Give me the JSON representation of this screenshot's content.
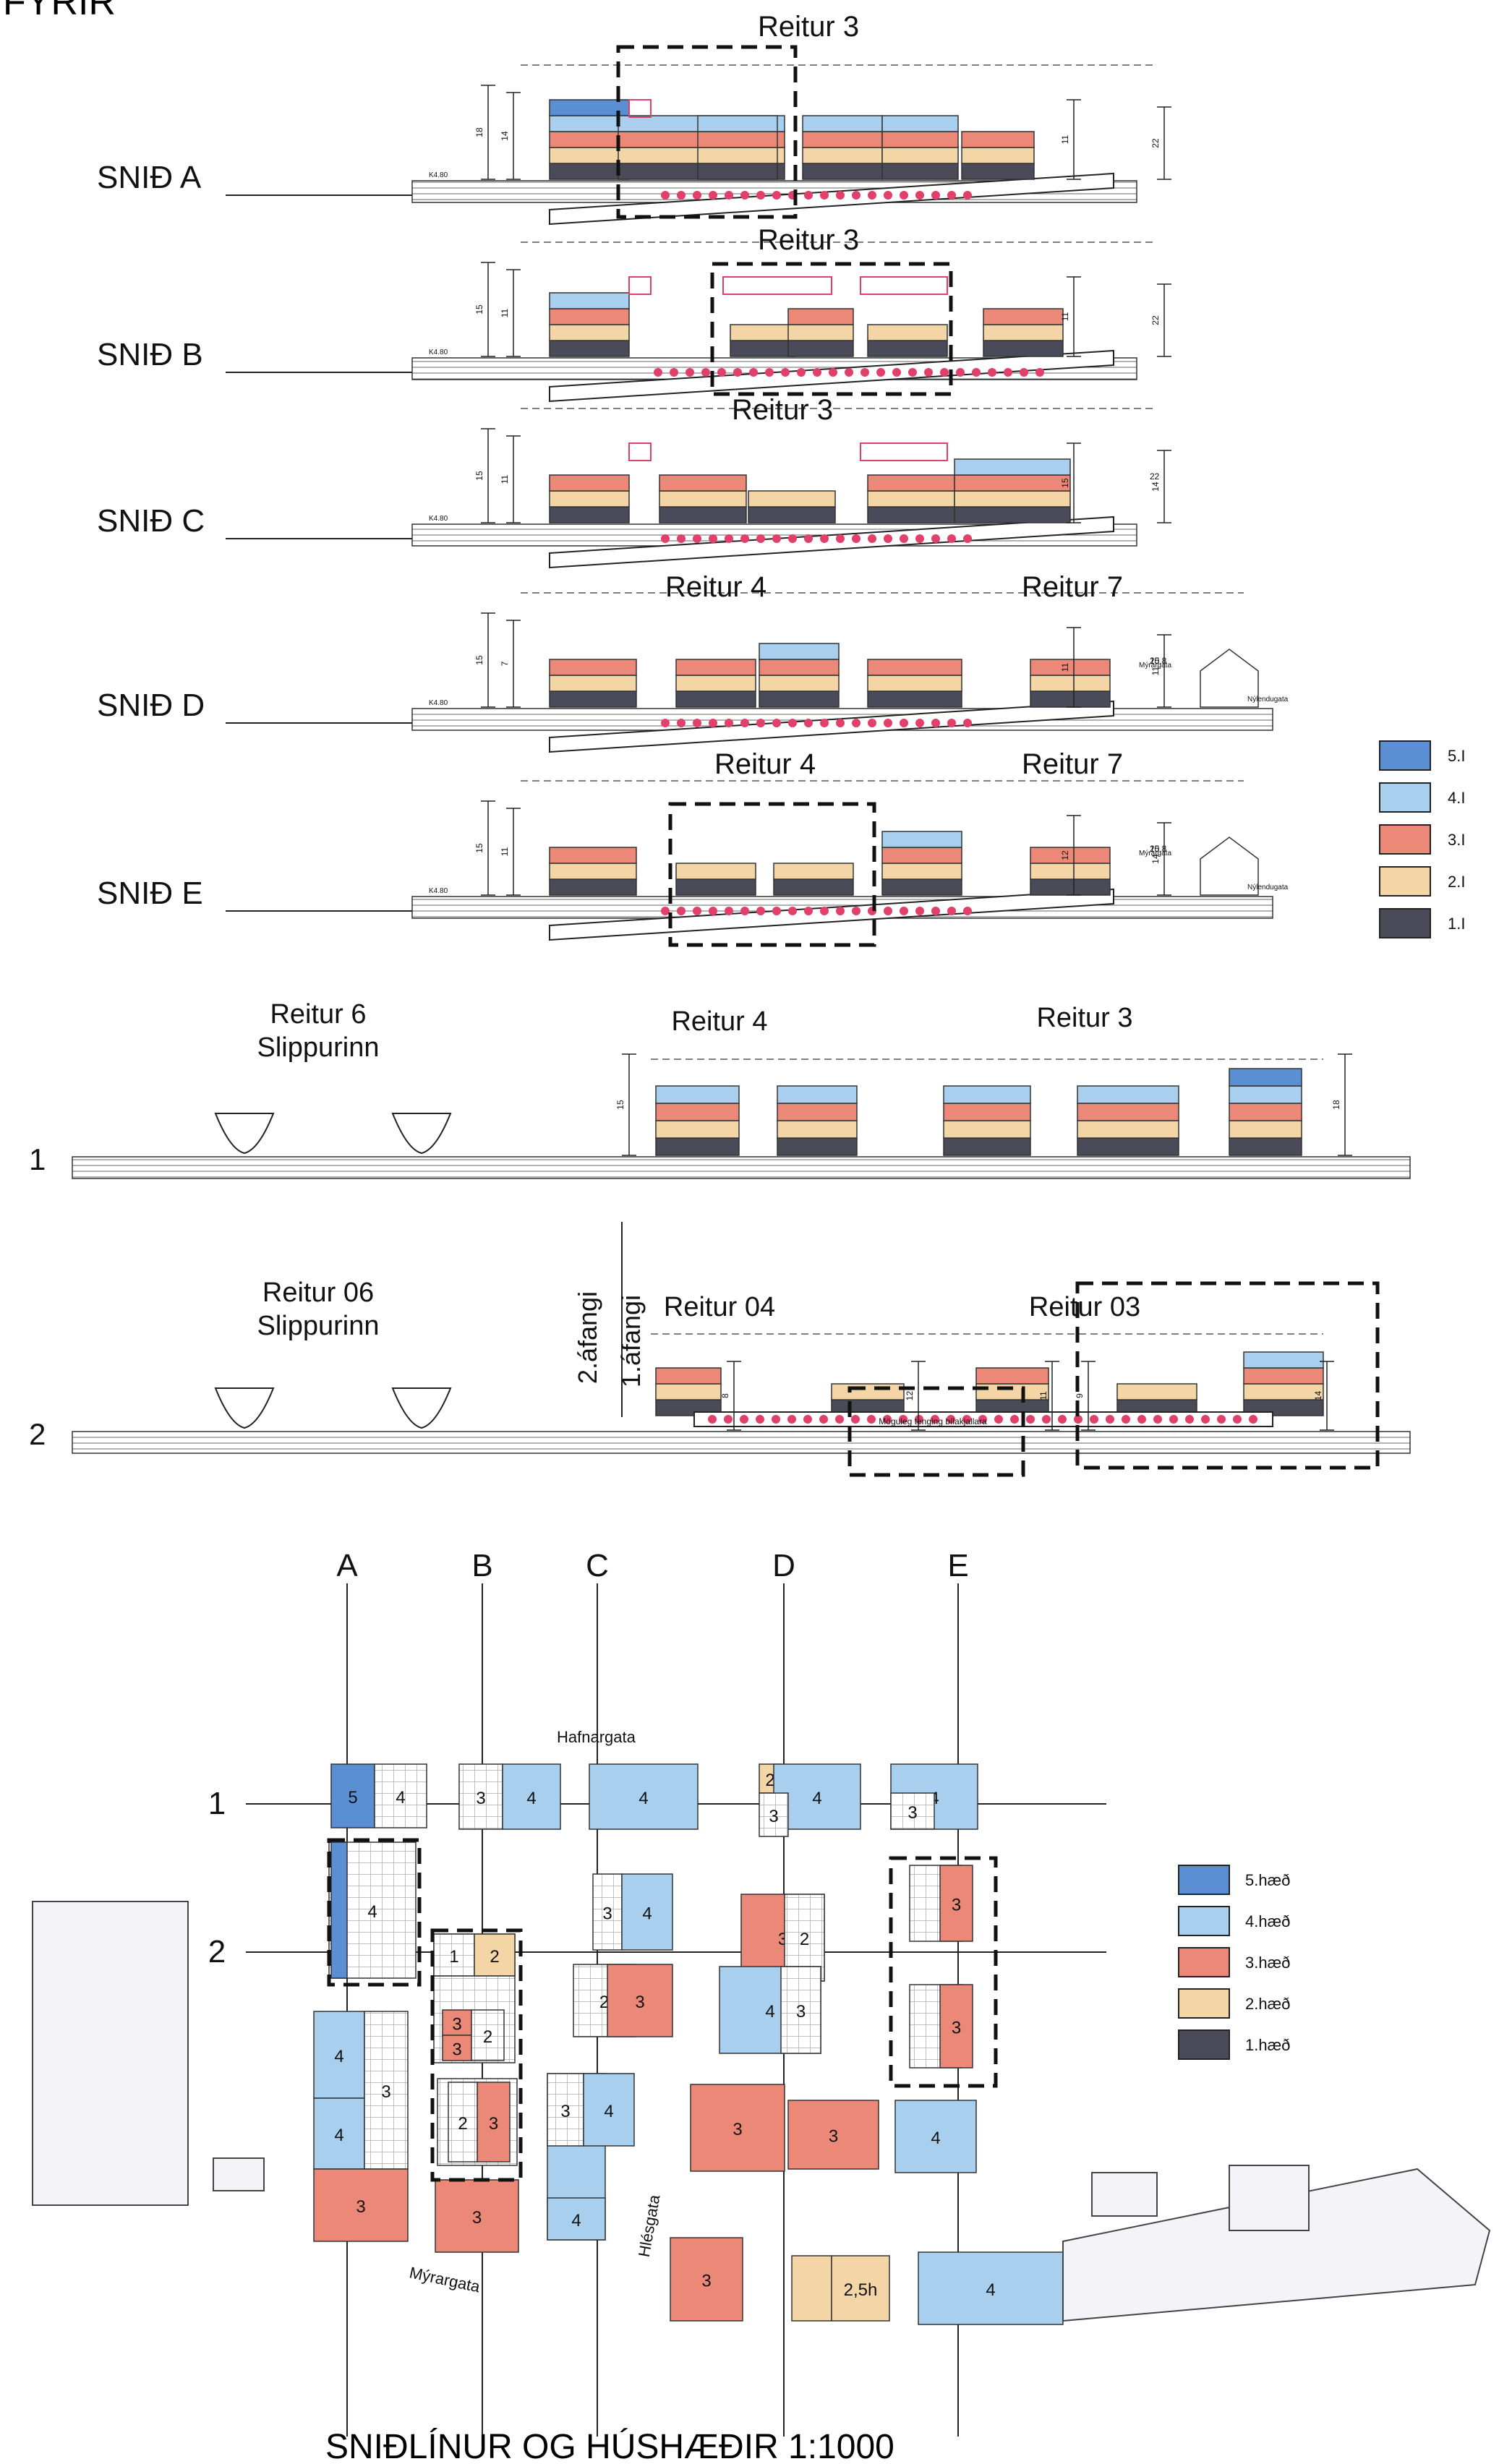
{
  "header_fragment": "FYRIR",
  "sections": [
    {
      "label": "SNIÐ A",
      "reitur": [
        "Reitur 3"
      ],
      "dims": [
        "18",
        "14",
        "11",
        "22"
      ]
    },
    {
      "label": "SNIÐ B",
      "reitur": [
        "Reitur 3"
      ],
      "dims": [
        "15",
        "11",
        "11",
        "22"
      ]
    },
    {
      "label": "SNIÐ C",
      "reitur": [
        "Reitur 3"
      ],
      "dims": [
        "15",
        "11",
        "15",
        "14",
        "22"
      ]
    },
    {
      "label": "SNIÐ D",
      "reitur": [
        "Reitur 4",
        "Reitur 7"
      ],
      "dims": [
        "15",
        "7",
        "11",
        "11",
        "15,8",
        "20"
      ]
    },
    {
      "label": "SNIÐ E",
      "reitur": [
        "Reitur 4",
        "Reitur 7"
      ],
      "dims": [
        "15",
        "11",
        "12",
        "14",
        "15,8",
        "20"
      ]
    }
  ],
  "elevations": [
    {
      "label": "1",
      "left_title": [
        "Reitur 6",
        "Slippurinn"
      ],
      "mid_title": "Reitur 4",
      "right_title": "Reitur 3",
      "dims": [
        "15",
        "18"
      ]
    },
    {
      "label": "2",
      "left_title": [
        "Reitur 06",
        "Slippurinn"
      ],
      "mid_title": "Reitur 04",
      "right_title": "Reitur 03",
      "phase_2": "2.áfangi",
      "phase_1": "1.áfangi",
      "dims": [
        "8",
        "12",
        "11",
        "9",
        "14"
      ],
      "note": "Möguleg tenging bílakjallara"
    }
  ],
  "section_legend": [
    "5.I",
    "4.I",
    "3.I",
    "2.I",
    "1.I"
  ],
  "plan": {
    "column_letters": [
      "A",
      "B",
      "C",
      "D",
      "E"
    ],
    "row_numbers": [
      "1",
      "2"
    ],
    "streets": [
      "Hafnargata",
      "Mýrargata",
      "Hlésgata"
    ],
    "legend": [
      "5.hæð",
      "4.hæð",
      "3.hæð",
      "2.hæð",
      "1.hæð"
    ],
    "floor_labels": [
      "5",
      "4",
      "3",
      "2",
      "1",
      "2,5h"
    ]
  },
  "footer_title": "SNIÐLÍNUR OG HÚSHÆÐIR 1:1000",
  "colors": {
    "floor5": "#5b8fd4",
    "floor4": "#a9cfee",
    "floor3": "#ec8878",
    "floor2": "#f3d5a6",
    "floor1": "#4a4a58",
    "parking": "#e0406a",
    "grid": "#9a9a9a"
  }
}
